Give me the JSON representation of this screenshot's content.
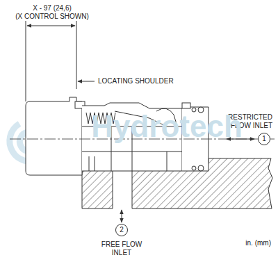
{
  "diagram": {
    "nodes": [
      {
        "text": [
          "1"
        ]
      },
      {
        "text": [
          "2"
        ]
      }
    ],
    "labels": [
      "X - 97 (24,6)",
      "(X CONTROL SHOWN)",
      "LOCATING SHOULDER",
      "RESTRICTED FLOW INLET",
      "FREE FLOW INLET",
      "in. (mm)",
      "Hydrotech"
    ]
  }
}
